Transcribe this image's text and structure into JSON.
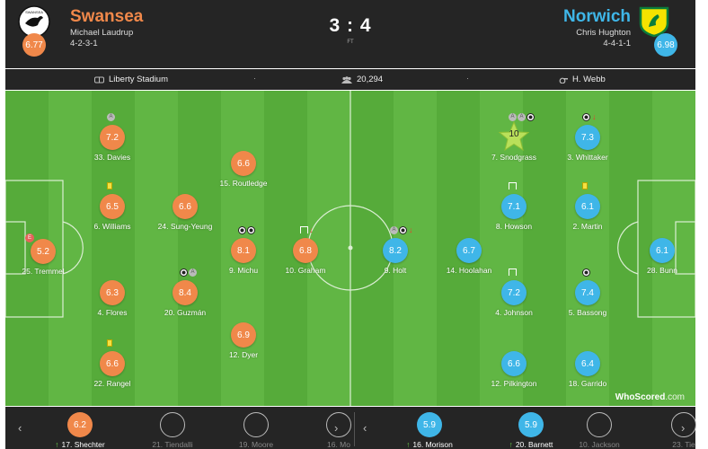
{
  "home": {
    "name": "Swansea",
    "manager": "Michael Laudrup",
    "formation": "4-2-3-1",
    "rating": "6.77",
    "color": "#f0884a"
  },
  "away": {
    "name": "Norwich",
    "manager": "Chris Hughton",
    "formation": "4-4-1-1",
    "rating": "6.98",
    "color": "#3fb6e8"
  },
  "match": {
    "score": "3 : 4",
    "status": "FT"
  },
  "info": {
    "stadium": "Liberty Stadium",
    "attendance": "20,294",
    "referee": "H. Webb",
    "separator": "·"
  },
  "home_players": [
    {
      "name": "Tremmel",
      "number": "25",
      "rating": "5.2",
      "events": [
        "gk-badge"
      ]
    },
    {
      "name": "Davies",
      "number": "33",
      "rating": "7.2",
      "events": [
        "assist"
      ]
    },
    {
      "name": "Williams",
      "number": "6",
      "rating": "6.5",
      "events": [
        "yellow-card"
      ]
    },
    {
      "name": "Flores",
      "number": "4",
      "rating": "6.3",
      "events": []
    },
    {
      "name": "Rangel",
      "number": "22",
      "rating": "6.6",
      "events": [
        "yellow-card"
      ]
    },
    {
      "name": "Sung-Yeung",
      "number": "24",
      "rating": "6.6",
      "events": []
    },
    {
      "name": "Guzmán",
      "number": "20",
      "rating": "8.4",
      "events": [
        "goal",
        "assist"
      ]
    },
    {
      "name": "Routledge",
      "number": "15",
      "rating": "6.6",
      "events": []
    },
    {
      "name": "Michu",
      "number": "9",
      "rating": "8.1",
      "events": [
        "goal",
        "goal"
      ]
    },
    {
      "name": "Dyer",
      "number": "12",
      "rating": "6.9",
      "events": []
    },
    {
      "name": "Graham",
      "number": "10",
      "rating": "6.8",
      "events": [
        "woodwork",
        "sub-off"
      ]
    }
  ],
  "away_players": [
    {
      "name": "Holt",
      "number": "9",
      "rating": "8.2",
      "events": [
        "assist",
        "goal",
        "sub-off"
      ]
    },
    {
      "name": "Hoolahan",
      "number": "14",
      "rating": "6.7",
      "events": []
    },
    {
      "name": "Snodgrass",
      "number": "7",
      "rating": "10",
      "events": [
        "assist",
        "assist",
        "goal"
      ],
      "motm": true
    },
    {
      "name": "Howson",
      "number": "8",
      "rating": "7.1",
      "events": [
        "woodwork"
      ]
    },
    {
      "name": "Johnson",
      "number": "4",
      "rating": "7.2",
      "events": [
        "woodwork"
      ]
    },
    {
      "name": "Pilkington",
      "number": "12",
      "rating": "6.6",
      "events": []
    },
    {
      "name": "Whittaker",
      "number": "3",
      "rating": "7.3",
      "events": [
        "goal",
        "sub-off"
      ]
    },
    {
      "name": "Martin",
      "number": "2",
      "rating": "6.1",
      "events": [
        "yellow-card"
      ]
    },
    {
      "name": "Bassong",
      "number": "5",
      "rating": "7.4",
      "events": [
        "goal"
      ]
    },
    {
      "name": "Garrido",
      "number": "18",
      "rating": "6.4",
      "events": []
    },
    {
      "name": "Bunn",
      "number": "28",
      "rating": "6.1",
      "events": []
    }
  ],
  "subs": {
    "home": [
      {
        "number": "17",
        "name": "Shechter",
        "rating": "6.2",
        "played": true
      },
      {
        "number": "21",
        "name": "Tiendalli",
        "rating": "",
        "played": false
      },
      {
        "number": "19",
        "name": "Moore",
        "rating": "",
        "played": false
      },
      {
        "number": "16",
        "name": "Mo",
        "rating": "",
        "played": false
      }
    ],
    "away": [
      {
        "number": "16",
        "name": "Morison",
        "rating": "5.9",
        "played": true
      },
      {
        "number": "20",
        "name": "Barnett",
        "rating": "5.9",
        "played": true
      },
      {
        "number": "10",
        "name": "Jackson",
        "rating": "",
        "played": false
      },
      {
        "number": "23",
        "name": "Tie",
        "rating": "",
        "played": false
      }
    ],
    "prev_label": "‹",
    "next_label": "›"
  },
  "watermark": {
    "brand": "WhoScored",
    "suffix": ".com"
  },
  "icons": {
    "stadium": "stadium-icon",
    "attendance": "crowd-icon",
    "referee": "whistle-icon",
    "goal": "ball-icon",
    "assist": "assist-icon",
    "yellow": "yellow-card-icon",
    "sub_off": "sub-off-arrow-icon",
    "woodwork": "woodwork-icon",
    "motm": "star-icon"
  }
}
